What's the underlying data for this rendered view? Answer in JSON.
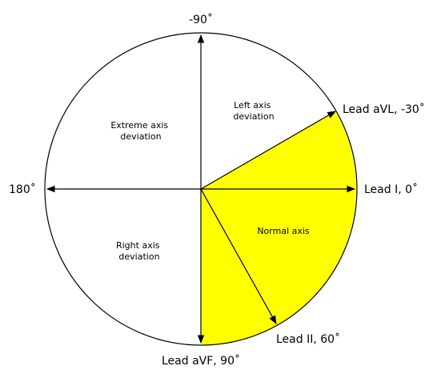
{
  "labels": {
    "top": "-90˚",
    "left": "180˚",
    "avl": "Lead aVL, -30˚",
    "lead_i": "Lead I, 0˚",
    "lead_ii": "Lead II, 60˚",
    "avf": "Lead aVF, 90˚"
  },
  "zones": {
    "left_axis": [
      "Left axis",
      "deviation"
    ],
    "extreme_axis": [
      "Extreme axis",
      "deviation"
    ],
    "right_axis": [
      "Right axis",
      "deviation"
    ],
    "normal_axis": "Normal axis"
  },
  "colors": {
    "normal_fill": "#ffff00",
    "line": "#000000",
    "background": "#ffffff"
  }
}
